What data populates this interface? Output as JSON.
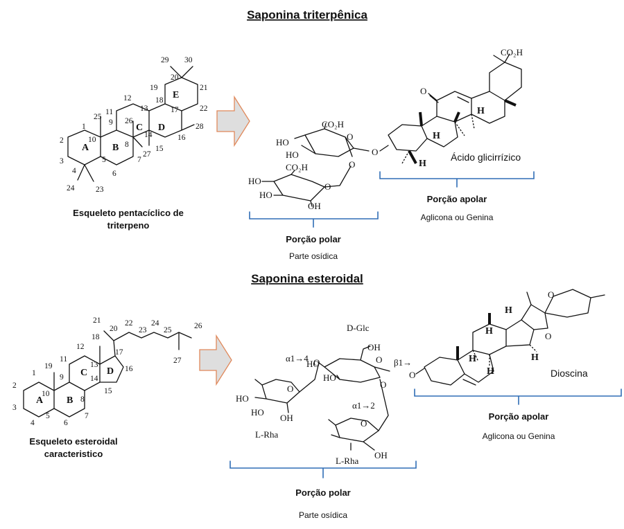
{
  "titles": {
    "triterpenic": "Saponina triterpênica",
    "steroidal": "Saponina esteroidal"
  },
  "triterpene_skeleton": {
    "caption_line1": "Esqueleto pentacíclico de",
    "caption_line2": "triterpeno",
    "rings": [
      "A",
      "B",
      "C",
      "D",
      "E"
    ],
    "numbers": [
      "1",
      "2",
      "3",
      "4",
      "5",
      "6",
      "7",
      "8",
      "9",
      "10",
      "11",
      "12",
      "13",
      "14",
      "15",
      "16",
      "17",
      "18",
      "19",
      "20",
      "21",
      "22",
      "23",
      "24",
      "25",
      "26",
      "27",
      "28",
      "29",
      "30"
    ]
  },
  "glycyrrhizic": {
    "name": "Ácido glicirrízico",
    "groups": {
      "co2h_top": "CO₂H",
      "co2h_sugar1": "CO₂H",
      "co2h_sugar2": "CO₂H",
      "ho1": "HO",
      "ho2": "HO",
      "ho3": "HO",
      "ho4": "HO",
      "oh1": "OH",
      "o_keto": "O",
      "o_link": "O",
      "o_ring1": "O",
      "o_ring2": "O",
      "o_glyco": "O",
      "h1": "H",
      "h2": "H",
      "h3": "H"
    },
    "apolar_title": "Porção apolar",
    "apolar_sub": "Aglicona ou Genina",
    "polar_title": "Porção polar",
    "polar_sub": "Parte osídica"
  },
  "steroid_skeleton": {
    "caption_line1": "Esqueleto esteroidal",
    "caption_line2": "caracteristico",
    "rings": [
      "A",
      "B",
      "C",
      "D"
    ],
    "numbers": [
      "1",
      "2",
      "3",
      "4",
      "5",
      "6",
      "7",
      "8",
      "9",
      "10",
      "11",
      "12",
      "13",
      "14",
      "15",
      "16",
      "17",
      "18",
      "19",
      "20",
      "21",
      "22",
      "23",
      "24",
      "25",
      "26",
      "27"
    ]
  },
  "dioscin": {
    "name": "Dioscina",
    "sugars": {
      "glc": "D-Glc",
      "rha1": "L-Rha",
      "rha2": "L-Rha",
      "link1": "α1→4",
      "link2": "α1→2",
      "link3": "β1→"
    },
    "groups": {
      "oh_top": "OH",
      "ho_a": "HO",
      "ho_b": "HO",
      "ho_c": "HO",
      "ho_d": "HO",
      "oh_a": "OH",
      "oh_b": "OH",
      "o_a": "O",
      "o_b": "O",
      "o_c": "O",
      "o_d": "O",
      "o_e": "O",
      "o_f": "O",
      "o_g": "O",
      "o_h": "O",
      "h_a": "H",
      "h_b": "H",
      "h_c": "H",
      "h_d": "H",
      "h_e": "H"
    },
    "apolar_title": "Porção apolar",
    "apolar_sub": "Aglicona ou Genina",
    "polar_title": "Porção polar",
    "polar_sub": "Parte osídica"
  },
  "colors": {
    "brace": "#2f6db5",
    "arrow_fill": "#dedede",
    "arrow_stroke": "#e0885a"
  }
}
